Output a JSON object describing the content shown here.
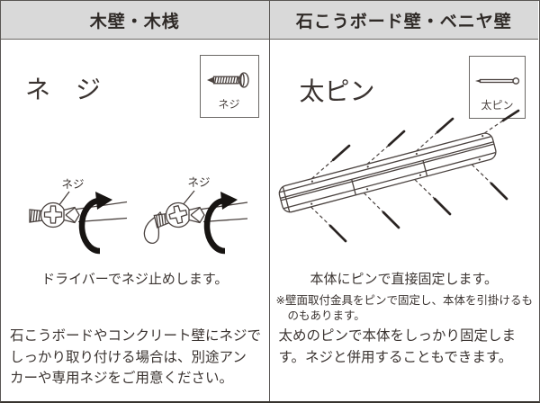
{
  "colors": {
    "header_bg": "#d9d9d9",
    "frame_border": "#595653",
    "text": "#3b3431",
    "line_art": "#4a423f"
  },
  "columns": [
    {
      "header": "木壁・木桟",
      "main_label": "ネ　ジ",
      "icon_box_label": "ネジ",
      "callout_label": "ネジ",
      "caption": "ドライバーでネジ止めします。",
      "footer_lines": [
        "石こうボードやコンクリート壁にネジで",
        "しっかり取り付ける場合は、別途アン",
        "カーや専用ネジをご用意ください。"
      ]
    },
    {
      "header": "石こうボード壁・ベニヤ壁",
      "main_label": "太ピン",
      "icon_box_label": "太ピン",
      "caption": "本体にピンで直接固定します。",
      "note_lines": [
        "※壁面取付金具をピンで固定し、本体を引掛けるも",
        "のもあります。"
      ],
      "footer_lines": [
        "太めのピンで本体をしっかり固定しま",
        "す。ネジと併用することもできます。"
      ]
    }
  ]
}
